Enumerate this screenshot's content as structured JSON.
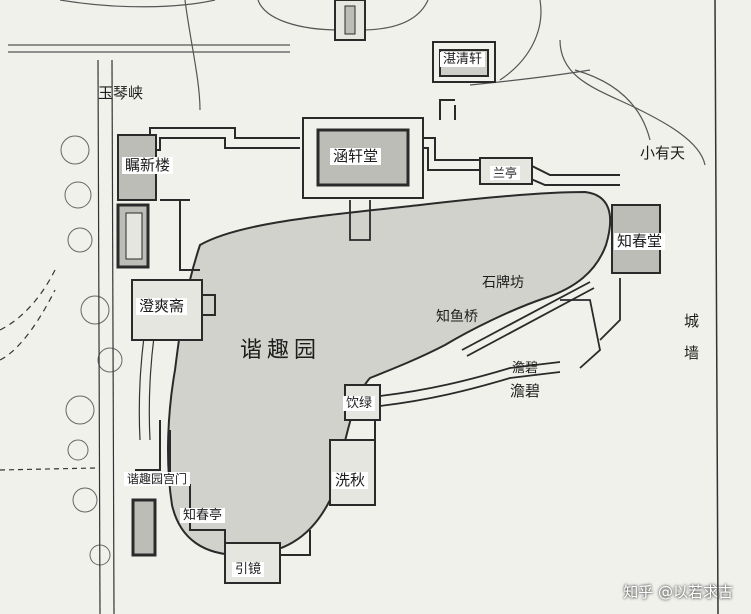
{
  "colors": {
    "paper": "#f1f1ec",
    "line": "#2a2a2a",
    "pond": "#d2d2cd",
    "hall": "#bdbdb8",
    "watermark": "#ffffff"
  },
  "labels": {
    "yuqinxia": "玉琴峡",
    "zhanqingxuan": "湛清轩",
    "hanxuantang": "涵轩堂",
    "lanting": "兰亭",
    "xiaoyoutian": "小有天",
    "zhuxinlou": "瞩新楼",
    "zhichuntang": "知春堂",
    "shipaifang": "石牌坊",
    "chengshuangzhai": "澄爽斋",
    "zhiyuqiao": "知鱼桥",
    "xiequyuan": "谐趣园",
    "chengqiang_1": "城",
    "chengqiang_2": "墙",
    "zhuobi_upper": "澹碧",
    "zhuobi_lower": "澹碧",
    "yinlv": "饮绿",
    "xiqiu": "洗秋",
    "gongmen": "谐趣园宫门",
    "zhichunting": "知春亭",
    "yinjing": "引镜"
  },
  "watermark": "知乎 @以若求古"
}
